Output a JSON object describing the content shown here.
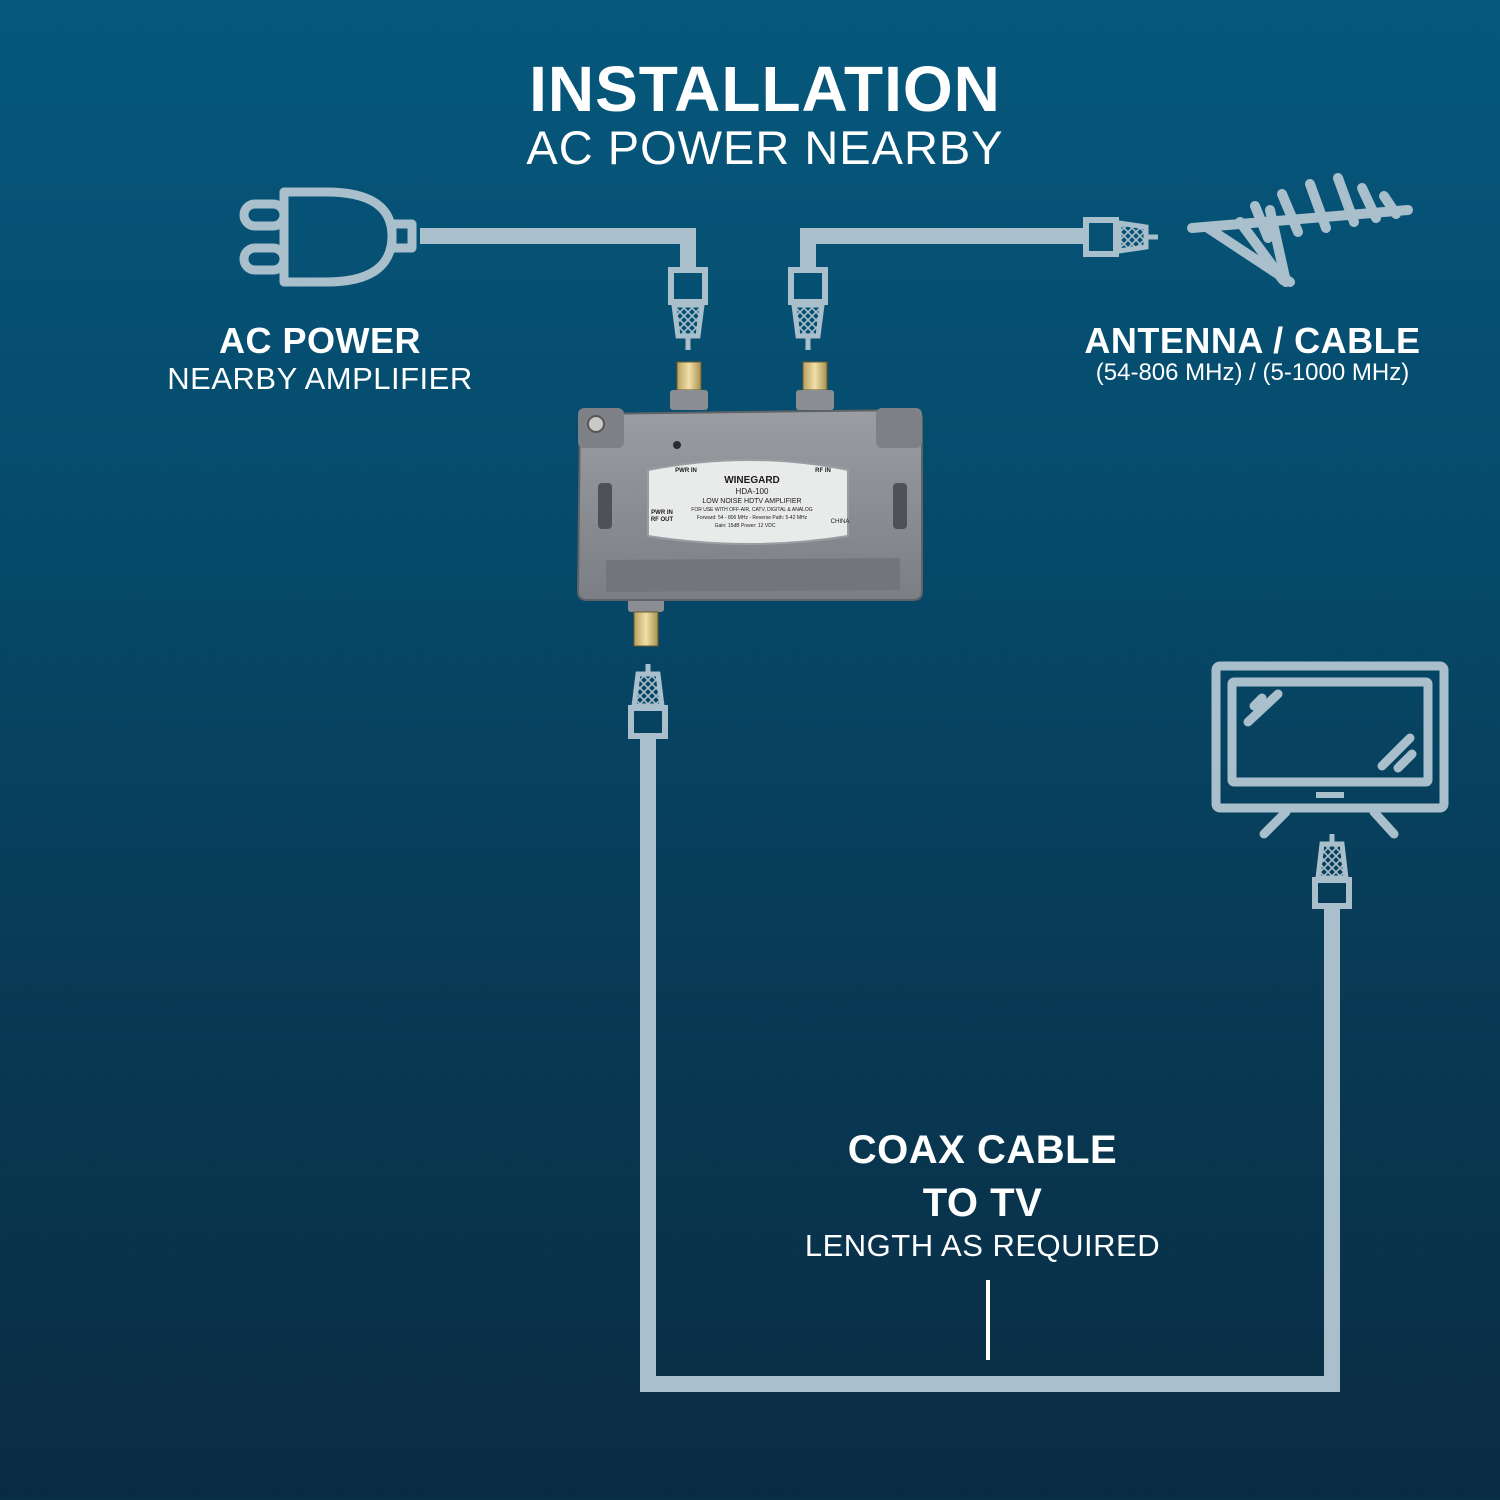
{
  "header": {
    "title": "INSTALLATION",
    "subtitle": "AC POWER NEARBY"
  },
  "labels": {
    "ac_power_title": "AC POWER",
    "ac_power_sub": "NEARBY AMPLIFIER",
    "antenna_title": "ANTENNA / CABLE",
    "antenna_sub": "(54-806 MHz) / (5-1000 MHz)",
    "coax_line1": "COAX CABLE",
    "coax_line2": "TO TV",
    "coax_sub": "LENGTH AS REQUIRED"
  },
  "device": {
    "brand": "WINEGARD",
    "model": "HDA-100",
    "desc": "LOW NOISE HDTV AMPLIFIER",
    "use_line": "FOR USE WITH OFF-AIR, CATV, DIGITAL & ANALOG",
    "freq_line": "Forward: 54 - 806 MHz - Reverse Path: 5-42 MHz",
    "power_line": "Gain: 15dB   Power: 12 VDC",
    "port_pwr_in": "PWR IN",
    "port_rf_in": "RF IN",
    "port_pwr_in_rf_out_1": "PWR IN",
    "port_pwr_in_rf_out_2": "RF OUT",
    "origin": "CHINA"
  },
  "colors": {
    "line": "#a9bfcc",
    "device_body": "#8b8f94",
    "device_dark": "#6d7176",
    "label_bg": "#e9eaea"
  },
  "icons": [
    "plug-icon",
    "antenna-icon",
    "tv-icon",
    "coax-connector-icon",
    "amplifier-device"
  ]
}
